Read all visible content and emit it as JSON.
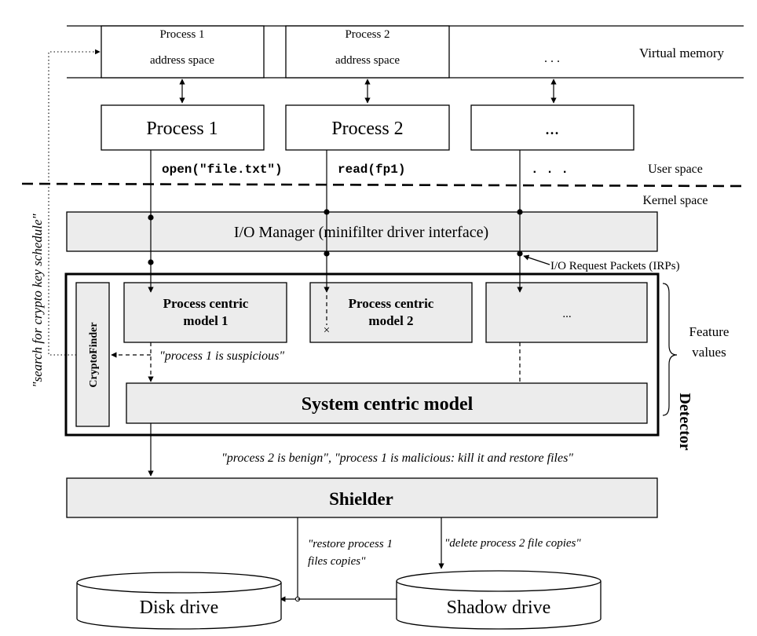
{
  "virtual_memory": {
    "p1_line1": "Process 1",
    "p1_line2": "address space",
    "p2_line1": "Process 2",
    "p2_line2": "address space",
    "ellipsis": ". . .",
    "label": "Virtual memory"
  },
  "processes": {
    "p1": "Process 1",
    "p2": "Process 2",
    "p3": "..."
  },
  "calls": {
    "open": "open(\"file.txt\")",
    "read": "read(fp1)",
    "more": ". . ."
  },
  "spaces": {
    "user": "User space",
    "kernel": "Kernel space"
  },
  "io_manager": "I/O Manager (minifilter driver interface)",
  "irp_label": "I/O Request Packets (IRPs)",
  "detector": {
    "label": "Detector",
    "cryptofinder": "CryptoFinder",
    "pcm1_line1": "Process centric",
    "pcm1_line2": "model 1",
    "pcm2_line1": "Process centric",
    "pcm2_line2": "model 2",
    "pcm3": "...",
    "system_model": "System centric model",
    "feature_line1": "Feature",
    "feature_line2": "values"
  },
  "annotations": {
    "search": "\"search for crypto key schedule\"",
    "suspicious": "\"process 1 is suspicious\"",
    "verdict": "\"process 2 is benign\", \"process 1 is malicious: kill it and restore files\"",
    "restore_line1": "\"restore process 1",
    "restore_line2": "files copies\"",
    "delete": "\"delete process 2 file copies\""
  },
  "shielder": "Shielder",
  "drives": {
    "disk": "Disk drive",
    "shadow": "Shadow drive"
  }
}
